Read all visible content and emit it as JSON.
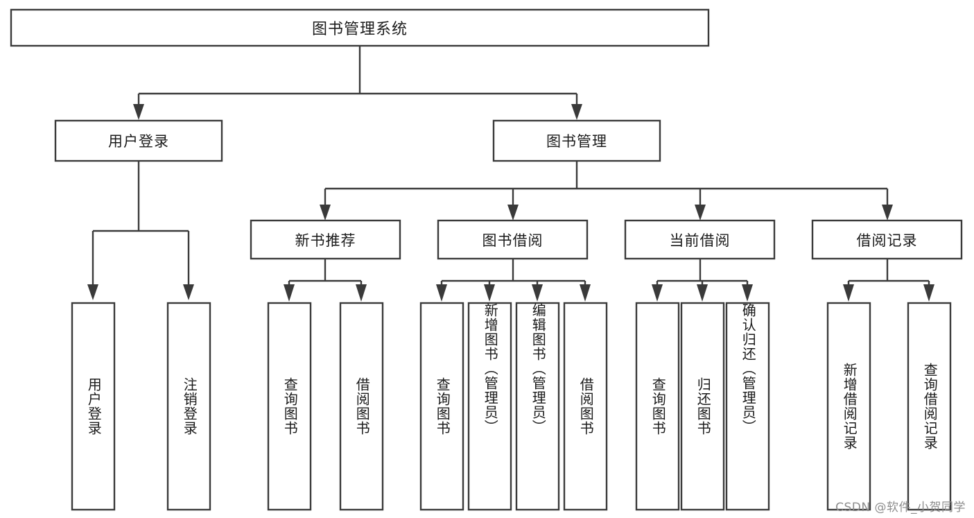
{
  "diagram": {
    "type": "tree",
    "title_node": {
      "label": "图书管理系统"
    },
    "watermark": "CSDN @软件_小贺同学",
    "colors": {
      "stroke": "#3a3a3a",
      "fill": "#ffffff",
      "text": "#1a1a1a",
      "watermark": "#8d8d8d",
      "background": "#ffffff"
    },
    "level1": [
      {
        "label": "用户登录"
      },
      {
        "label": "图书管理"
      }
    ],
    "level2": [
      {
        "label": "新书推荐"
      },
      {
        "label": "图书借阅"
      },
      {
        "label": "当前借阅"
      },
      {
        "label": "借阅记录"
      }
    ],
    "leaves_user_login": [
      {
        "label": "用户登录"
      },
      {
        "label": "注销登录"
      }
    ],
    "leaves_new_book": [
      {
        "label": "查询图书"
      },
      {
        "label": "借阅图书"
      }
    ],
    "leaves_borrow": [
      {
        "label": "查询图书"
      },
      {
        "label": "新增图书（管理员）"
      },
      {
        "label": "编辑图书（管理员）"
      },
      {
        "label": "借阅图书"
      }
    ],
    "leaves_current": [
      {
        "label": "查询图书"
      },
      {
        "label": "归还图书"
      },
      {
        "label": "确认归还（管理员）"
      }
    ],
    "leaves_records": [
      {
        "label": "新增借阅记录"
      },
      {
        "label": "查询借阅记录"
      }
    ]
  }
}
